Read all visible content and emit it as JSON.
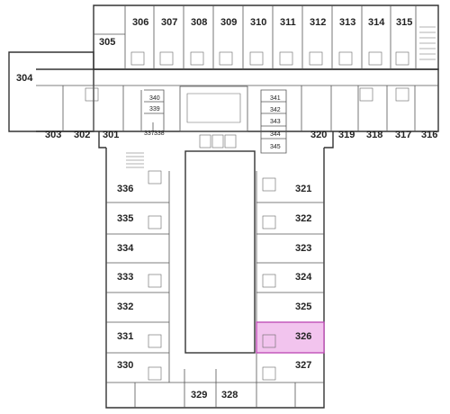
{
  "colors": {
    "background": "#ffffff",
    "wall": "#333333",
    "highlight_fill": "#f2c4ee",
    "highlight_stroke": "#c04fb8"
  },
  "highlighted_room": "326",
  "rooms": {
    "r301": "301",
    "r302": "302",
    "r303": "303",
    "r304": "304",
    "r305": "305",
    "r306": "306",
    "r307": "307",
    "r308": "308",
    "r309": "309",
    "r310": "310",
    "r311": "311",
    "r312": "312",
    "r313": "313",
    "r314": "314",
    "r315": "315",
    "r316": "316",
    "r317": "317",
    "r318": "318",
    "r319": "319",
    "r320": "320",
    "r321": "321",
    "r322": "322",
    "r323": "323",
    "r324": "324",
    "r325": "325",
    "r326": "326",
    "r327": "327",
    "r328": "328",
    "r329": "329",
    "r330": "330",
    "r331": "331",
    "r332": "332",
    "r333": "333",
    "r334": "334",
    "r335": "335",
    "r336": "336",
    "r337": "337",
    "r338": "338",
    "r339": "339",
    "r340": "340",
    "r341": "341",
    "r342": "342",
    "r343": "343",
    "r344": "344",
    "r345": "345"
  }
}
